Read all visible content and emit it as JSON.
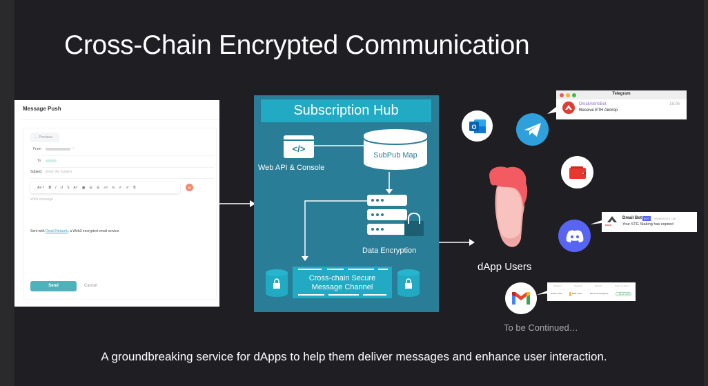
{
  "slide": {
    "title": "Cross-Chain Encrypted Communication",
    "subtitle": "A groundbreaking service for dApps to help them deliver messages and enhance user interaction."
  },
  "compose": {
    "header": "Message Push",
    "previous_label": "←  Previous",
    "from_label": "From",
    "to_label": "To",
    "subject_label": "Subject",
    "subject_placeholder": "Enter the Subject",
    "toolbar": {
      "font_label": "Aa ˅",
      "items": [
        "B",
        "I",
        "U",
        "S",
        "A˅",
        "▣",
        "☰",
        "☰",
        "≡˅",
        "I≡",
        "✐",
        "✐",
        "⎘"
      ]
    },
    "ai_badge": "AI",
    "message_placeholder": "Write message ...",
    "signature_prefix": "Sent with ",
    "signature_link": "Dmail Network",
    "signature_suffix": ", a Web3 encrypted email service.",
    "send_label": "Send",
    "cancel_label": "Cancel"
  },
  "hub": {
    "title": "Subscription Hub",
    "code_glyph": "</>",
    "web_api_label": "Web API & Console",
    "subpub_label": "SubPub Map",
    "encryption_label": "Data Encryption",
    "channel_line1": "Cross-chain Secure",
    "channel_line2": "Message Channel"
  },
  "users": {
    "label": "dApp Users",
    "continued_label": "To be Continued…",
    "channels": [
      "outlook-icon",
      "telegram-icon",
      "wallet-icon",
      "discord-icon",
      "gmail-icon"
    ]
  },
  "telegram_card": {
    "window_title": "Telegram",
    "bot_name": "DmailAlertsBot",
    "time": "16:06",
    "message": "Receive ETH Airdrop"
  },
  "discord_card": {
    "bot_name": "Dmail Bot",
    "badge": "BOT",
    "timestamp": "05/06/2023 17:26",
    "message": "Your STG Staking has expired",
    "logo_text": "DMAIL"
  },
  "tx_card": {
    "headers": [
      "Address",
      "Network",
      "Method",
      "Tokens & Value"
    ],
    "row": [
      "0x9ea...c86",
      "BNB Chain",
      "Eth To Uniswap(V3)",
      "+ $0.01 USDT"
    ]
  },
  "colors": {
    "background": "#1e1e23",
    "hub": "#2a7d96",
    "hub_accent": "#22a9c3",
    "send_button": "#4fb1ba"
  }
}
